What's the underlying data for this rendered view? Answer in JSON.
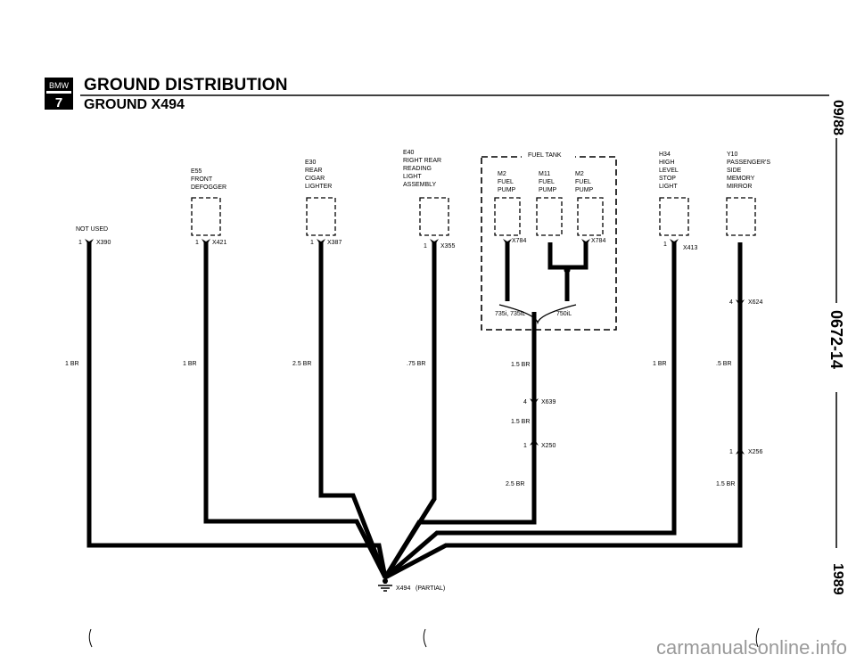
{
  "header": {
    "logo_text": "BMW",
    "logo_model": "7",
    "title": "GROUND DISTRIBUTION",
    "subtitle": "GROUND X494"
  },
  "side_margin": {
    "date": "09/88",
    "page_code": "0672-14",
    "year": "1989"
  },
  "components": [
    {
      "id": "not-used",
      "lines": [
        "NOT USED"
      ],
      "connector": "X390",
      "pin": "1",
      "wire": "1 BR"
    },
    {
      "id": "e55",
      "lines": [
        "E55",
        "FRONT",
        "DEFOGGER"
      ],
      "connector": "X421",
      "pin": "1",
      "wire": "1 BR"
    },
    {
      "id": "e30",
      "lines": [
        "E30",
        "REAR",
        "CIGAR",
        "LIGHTER"
      ],
      "connector": "X387",
      "pin": "1",
      "wire": "2.5 BR"
    },
    {
      "id": "e40",
      "lines": [
        "E40",
        "RIGHT REAR",
        "READING",
        "LIGHT",
        "ASSEMBLY"
      ],
      "connector": "X355",
      "pin": "1",
      "wire": ".75 BR"
    },
    {
      "id": "h34",
      "lines": [
        "H34",
        "HIGH",
        "LEVEL",
        "STOP",
        "LIGHT"
      ],
      "connector": "X413",
      "pin": "1",
      "wire": "1 BR"
    },
    {
      "id": "y10",
      "lines": [
        "Y10",
        "PASSENGER'S",
        "SIDE",
        "MEMORY",
        "MIRROR"
      ],
      "connector": "X624",
      "pin": "4",
      "wire": ".5 BR",
      "connector2": "X256",
      "pin2": "1",
      "wire2": "1.5 BR"
    }
  ],
  "fuel_tank": {
    "label": "FUEL TANK",
    "pumps": [
      {
        "lines": [
          "M2",
          "FUEL",
          "PUMP"
        ]
      },
      {
        "lines": [
          "M11",
          "FUEL",
          "PUMP"
        ]
      },
      {
        "lines": [
          "M2",
          "FUEL",
          "PUMP"
        ]
      }
    ],
    "connector_a": "X784",
    "connector_b": "X784",
    "variant_a": "735i, 735iL",
    "variant_b": "750iL"
  },
  "fuel_wire": {
    "wire1": "1.5 BR",
    "connector1": "X639",
    "pin1": "4",
    "wire2": "1.5 BR",
    "connector2": "X250",
    "pin2": "1",
    "wire3": "2.5 BR"
  },
  "ground": {
    "connector": "X494",
    "note": "(PARTIAL)"
  },
  "watermark": "carmanualsonline.info"
}
